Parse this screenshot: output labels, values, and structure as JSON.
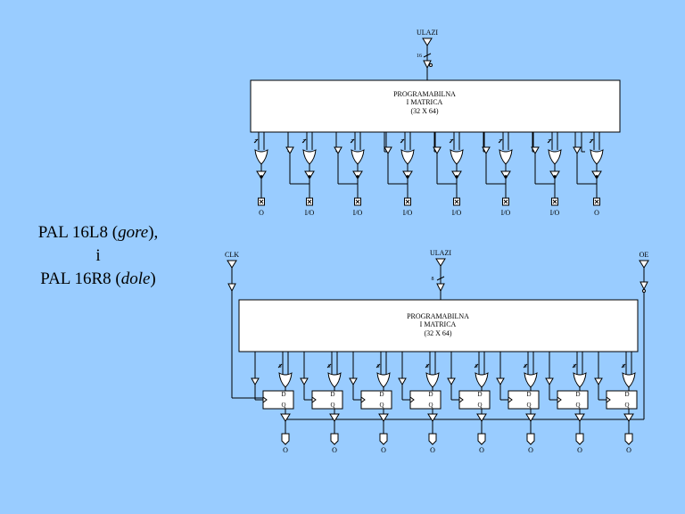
{
  "caption": {
    "line1_prefix": "PAL 16L8 (",
    "line1_italic": "gore",
    "line1_suffix": "),",
    "line2": "i",
    "line3_prefix": "PAL 16R8 (",
    "line3_italic": "dole",
    "line3_suffix": ")"
  },
  "top_diagram": {
    "input_label": "ULAZI",
    "bus_width": "16",
    "matrix_lines": [
      "PROGRAMABILNA",
      "I MATRICA",
      "(32 X 64)"
    ],
    "term_count": "7",
    "outputs": [
      "O",
      "I/O",
      "I/O",
      "I/O",
      "I/O",
      "I/O",
      "I/O",
      "O"
    ]
  },
  "bottom_diagram": {
    "clk_label": "CLK",
    "input_label": "ULAZI",
    "oe_label": "OE",
    "bus_width": "8",
    "matrix_lines": [
      "PROGRAMABILNA",
      "I MATRICA",
      "(32 X 64)"
    ],
    "term_count": "8",
    "ff_d": "D",
    "ff_q": "Q",
    "outputs": [
      "O",
      "O",
      "O",
      "O",
      "O",
      "O",
      "O",
      "O"
    ]
  }
}
